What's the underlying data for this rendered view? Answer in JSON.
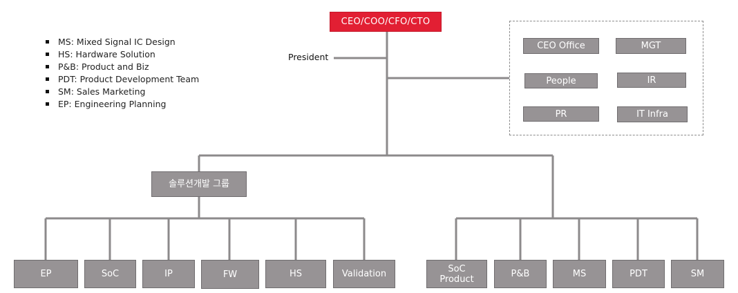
{
  "top": {
    "label": "CEO/COO/CFO/CTO"
  },
  "president": {
    "label": "President"
  },
  "legend": [
    "MS: Mixed Signal IC Design",
    "HS: Hardware Solution",
    "P&B: Product and Biz",
    "PDT: Product Development Team",
    "SM: Sales Marketing",
    "EP: Engineering Planning"
  ],
  "staff": {
    "ceo_office": "CEO Office",
    "mgt": "MGT",
    "people": "People",
    "ir": "IR",
    "pr": "PR",
    "it_infra": "IT Infra"
  },
  "group": {
    "label": "솔루션개발 그룹"
  },
  "left_units": {
    "ep": "EP",
    "soc": "SoC",
    "ip": "IP",
    "fw": "FW",
    "hs": "HS",
    "validation": "Validation"
  },
  "right_units": {
    "soc_product": "SoC\nProduct",
    "pb": "P&B",
    "ms": "MS",
    "pdt": "PDT",
    "sm": "SM"
  },
  "colors": {
    "top_box": "#e21f33",
    "unit_box": "#979395",
    "connector": "#8c8a8b"
  }
}
